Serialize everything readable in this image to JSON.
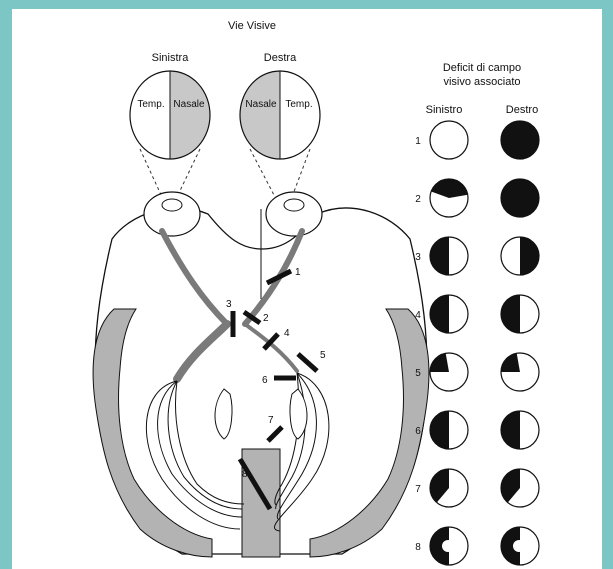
{
  "title": "Vie Visive",
  "eyes": {
    "left": {
      "name": "Sinistra",
      "outer": "Temp.",
      "inner": "Nasale"
    },
    "right": {
      "name": "Destra",
      "inner": "Nasale",
      "outer": "Temp."
    }
  },
  "deficit": {
    "heading_line1": "Deficit di campo",
    "heading_line2": "visivo associato",
    "col_left": "Sinistro",
    "col_right": "Destro",
    "rows": [
      {
        "n": "1",
        "left": "full-clear",
        "right": "full-dark"
      },
      {
        "n": "2",
        "left": "upper-right-wedge-dark",
        "right": "full-dark"
      },
      {
        "n": "3",
        "left": "left-half-dark",
        "right": "right-half-dark"
      },
      {
        "n": "4",
        "left": "left-half-dark",
        "right": "left-half-dark"
      },
      {
        "n": "5",
        "left": "upper-left-wedge-dark",
        "right": "upper-left-wedge-dark"
      },
      {
        "n": "6",
        "left": "left-half-dark",
        "right": "left-half-dark"
      },
      {
        "n": "7",
        "left": "left-half-dark-spared-lower",
        "right": "left-half-dark-spared-lower"
      },
      {
        "n": "8",
        "left": "left-half-dark-macular-sparing",
        "right": "left-half-dark-macular-sparing"
      }
    ]
  },
  "lesions": [
    "1",
    "2",
    "3",
    "4",
    "5",
    "6",
    "7",
    "8"
  ],
  "colors": {
    "frame": "#7cc7c5",
    "dark": "#111111",
    "cortex_gray": "#b3b3b3",
    "nasal_gray": "#c8c8c8"
  }
}
